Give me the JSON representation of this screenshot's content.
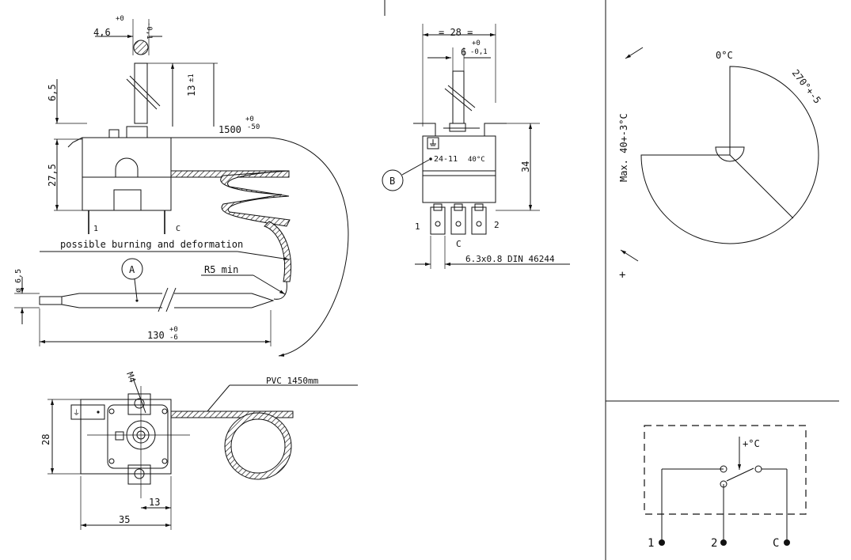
{
  "top_view": {
    "shaft_diameter": "4,6",
    "shaft_tol_plus": "+0",
    "shaft_tol_minus": "-0,1",
    "shaft_height": "6,5",
    "shaft_length": "13",
    "shaft_length_tol": "±1",
    "body_height": "27,5",
    "capillary_length": "1500",
    "capillary_tol_plus": "+0",
    "capillary_tol_minus": "-50",
    "terminal_1": "1",
    "terminal_c": "C",
    "warning_note": "possible burning and deformation",
    "bend_radius": "R5 min",
    "callout_a": "A",
    "bulb_diameter": "ø 6,5",
    "bulb_length": "130",
    "bulb_tol_plus": "+0",
    "bulb_tol_minus": "-6"
  },
  "side_view": {
    "width": "= 28 =",
    "shaft_width": "6",
    "shaft_tol_plus": "+0",
    "shaft_tol_minus": "-0,1",
    "height": "34",
    "marking_code": "24-11",
    "marking_temp": "40°C",
    "callout_b": "B",
    "terminal_1": "1",
    "terminal_c": "C",
    "terminal_2": "2",
    "tab_spec": "6.3x0.8  DIN  46244"
  },
  "bottom_view": {
    "thread": "M4",
    "cable": "PVC  1450mm",
    "height": "28",
    "offset": "13",
    "width": "35"
  },
  "dial": {
    "zero_label": "0°C",
    "rotation": "270°+-5",
    "max_label": "Max. 40+-3°C",
    "plus_symbol": "+"
  },
  "schematic": {
    "temp_arrow": "+°C",
    "terminal_1": "1",
    "terminal_2": "2",
    "terminal_c": "C"
  }
}
